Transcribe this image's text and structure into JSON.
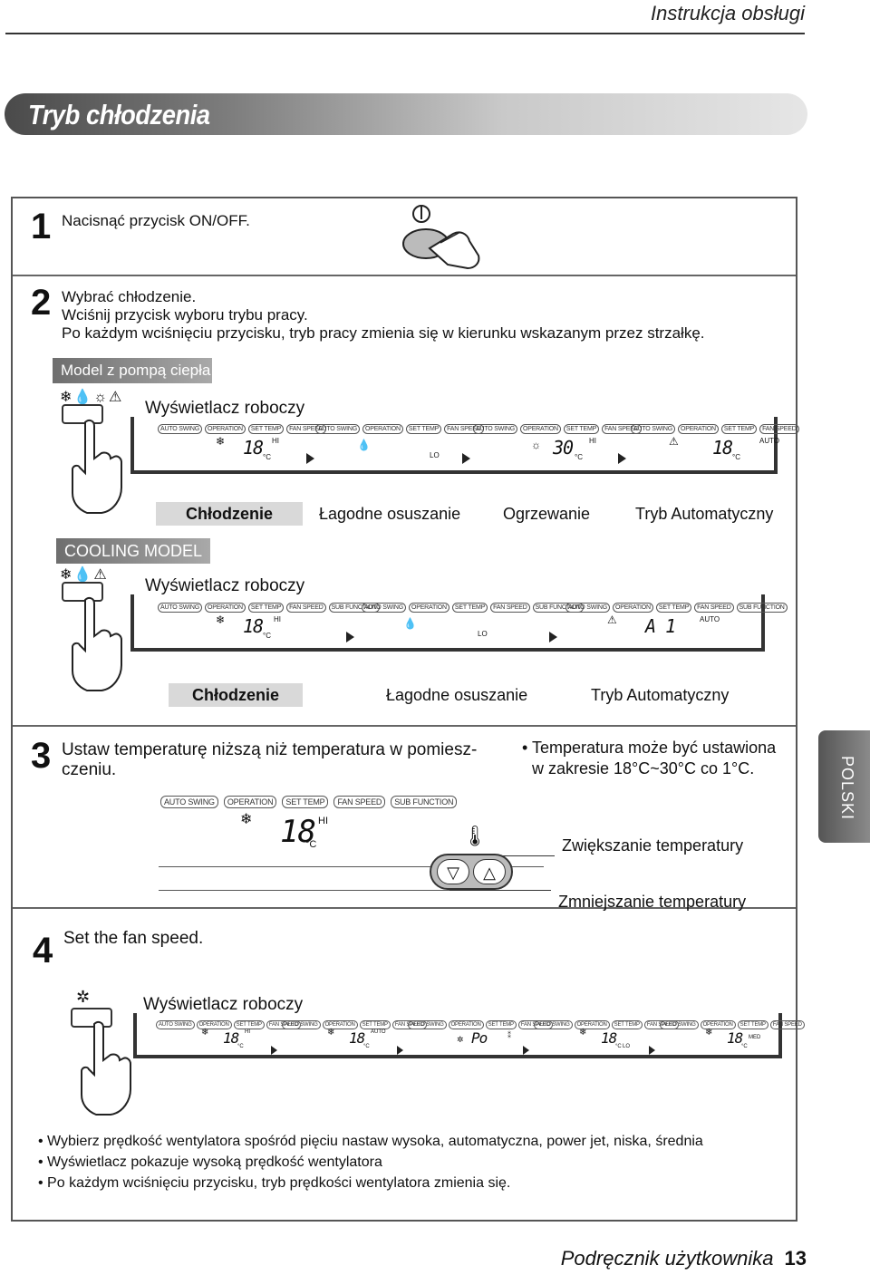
{
  "header": {
    "title": "Instrukcja obsługi"
  },
  "section_title": "Tryb chłodzenia",
  "step1": {
    "num": "1",
    "text": "Nacisnąć przycisk ON/OFF."
  },
  "step2": {
    "num": "2",
    "line1": "Wybrać chłodzenie.",
    "line2": "Wciśnij przycisk wyboru trybu pracy.",
    "line3": "Po każdym wciśnięciu przycisku, tryb pracy zmienia się w kierunku wskazanym przez strzałkę."
  },
  "heatpump": {
    "badge": "Model z pompą ciepła",
    "display_label": "Wyświetlacz roboczy",
    "tabs": [
      "AUTO SWING",
      "OPERATION",
      "SET TEMP",
      "FAN SPEED"
    ],
    "screens": [
      {
        "mode": "Chłodzenie",
        "value": "18",
        "unit": "°C",
        "fan": "HI"
      },
      {
        "mode": "Łagodne osuszanie",
        "value": "",
        "unit": "",
        "fan": "LO"
      },
      {
        "mode": "Ogrzewanie",
        "value": "30",
        "unit": "°C",
        "fan": "HI"
      },
      {
        "mode": "Tryb Automatyczny",
        "value": "18",
        "unit": "°C",
        "fan": "AUTO"
      }
    ]
  },
  "cooling": {
    "badge": "COOLING MODEL",
    "display_label": "Wyświetlacz roboczy",
    "tabs": [
      "AUTO SWING",
      "OPERATION",
      "SET TEMP",
      "FAN SPEED",
      "SUB FUNCTION"
    ],
    "screens": [
      {
        "mode": "Chłodzenie",
        "value": "18",
        "unit": "°C",
        "fan": "HI"
      },
      {
        "mode": "Łagodne osuszanie",
        "value": "",
        "unit": "",
        "fan": "LO"
      },
      {
        "mode": "Tryb Automatyczny",
        "value": "A 1",
        "unit": "",
        "fan": "AUTO"
      }
    ]
  },
  "step3": {
    "num": "3",
    "line1": "Ustaw temperaturę niższą niż temperatura w pomiesz-",
    "line2": "czeniu.",
    "note1": "• Temperatura może być ustawiona",
    "note2": "w zakresie 18°C~30°C co 1°C.",
    "tabs": [
      "AUTO SWING",
      "OPERATION",
      "SET TEMP",
      "FAN SPEED",
      "SUB FUNCTION"
    ],
    "value": "18",
    "unit": "°C",
    "fan": "HI",
    "increase": "Zwiększanie temperatury",
    "decrease": "Zmniejszanie temperatury"
  },
  "step4": {
    "num": "4",
    "text": "Set the fan speed.",
    "display_label": "Wyświetlacz roboczy",
    "tabs": [
      "AUTO SWING",
      "OPERATION",
      "SET TEMP",
      "FAN SPEED"
    ],
    "screens": [
      {
        "value": "18",
        "unit": "°C",
        "fan": "HI"
      },
      {
        "value": "18",
        "unit": "°C",
        "fan": "AUTO"
      },
      {
        "value": "Po",
        "unit": "",
        "fan": ""
      },
      {
        "value": "18",
        "unit": "°C",
        "fan": "LO"
      },
      {
        "value": "18",
        "unit": "°C",
        "fan": "MED"
      }
    ],
    "bullets": [
      "Wybierz prędkość wentylatora spośród pięciu nastaw wysoka, automatyczna, power jet, niska, średnia",
      "Wyświetlacz pokazuje wysoką prędkość wentylatora",
      "Po każdym wciśnięciu przycisku, tryb prędkości wentylatora zmienia się."
    ]
  },
  "side_tab": "POLSKI",
  "footer": {
    "label": "Podręcznik użytkownika",
    "page": "13"
  }
}
